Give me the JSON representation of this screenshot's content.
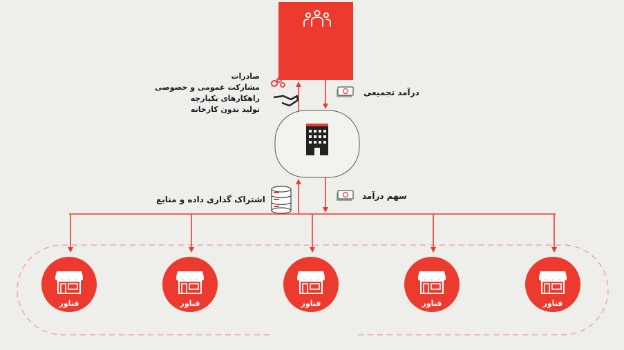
{
  "labels": {
    "total_revenue": "درآمد تجمیعی",
    "revenue_share": "سهم درآمد",
    "data_sharing": "اشتراک گذاری داده و منابع",
    "services": [
      "صادرات",
      "مشارکت عمومی و خصوصی",
      "راهکارهای یکپارچه",
      "تولید بدون کارخانه"
    ]
  },
  "nodes": [
    {
      "label": "فناور"
    },
    {
      "label": "فناور"
    },
    {
      "label": "فناور"
    },
    {
      "label": "فناور"
    },
    {
      "label": "فناور"
    }
  ],
  "colors": {
    "accent": "#ec3a2e",
    "background": "#eeeeea",
    "dark": "#222222",
    "dashed": "#f29b94"
  },
  "icons": {
    "top_box": "people-group-icon",
    "hub": "office-building-icon",
    "node": "shop-storefront-icon",
    "money": "banknote-icon",
    "database": "database-icon",
    "services": "hand-gears-icon"
  }
}
